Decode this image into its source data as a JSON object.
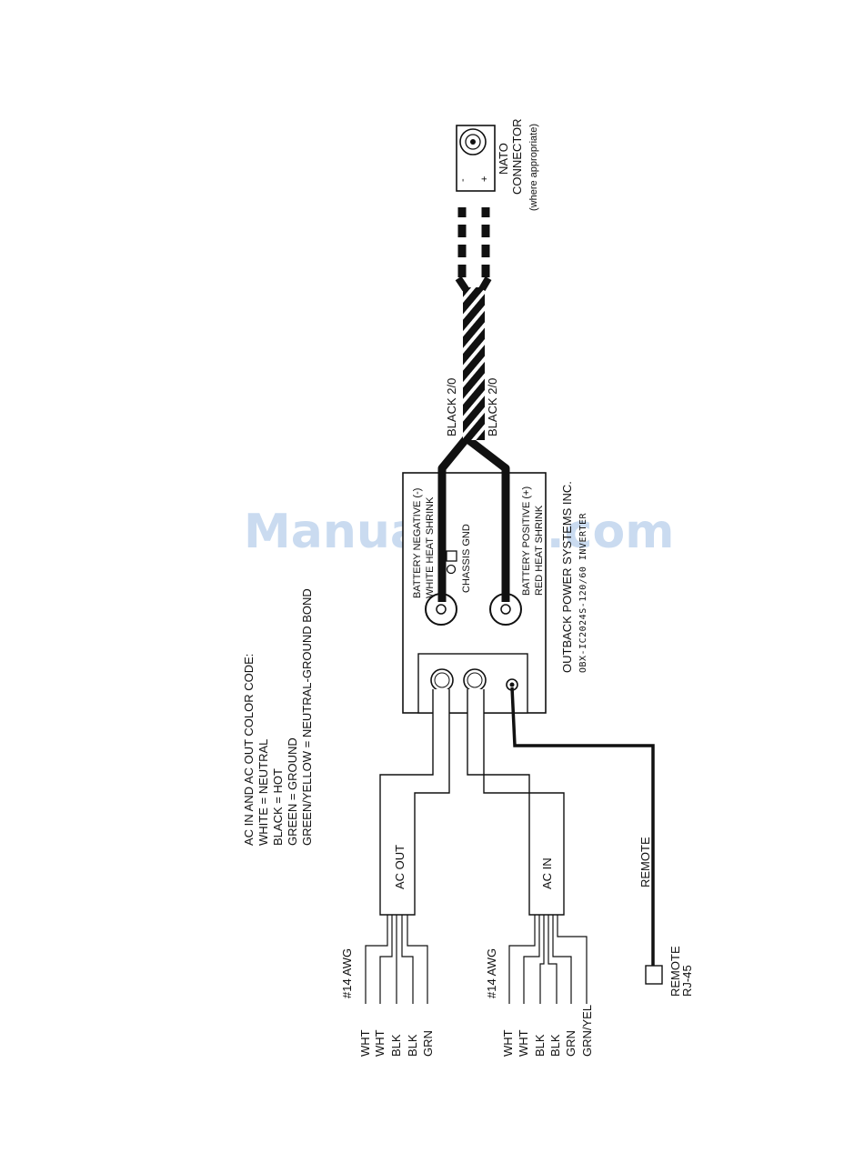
{
  "watermark": "ManualsLib.com",
  "color_code": {
    "title": "AC IN AND AC OUT COLOR CODE:",
    "lines": [
      "WHITE = NEUTRAL",
      "BLACK = HOT",
      "GREEN = GROUND",
      "GREEN/YELLOW = NEUTRAL-GROUND BOND"
    ]
  },
  "ac_out": {
    "label": "AC OUT",
    "awg": "#14 AWG",
    "wires": [
      "WHT",
      "WHT",
      "BLK",
      "BLK",
      "GRN"
    ]
  },
  "ac_in": {
    "label": "AC IN",
    "awg": "#14 AWG",
    "wires": [
      "WHT",
      "WHT",
      "BLK",
      "BLK",
      "GRN",
      "GRN/YEL"
    ]
  },
  "remote": {
    "cable_label": "REMOTE",
    "connector_line1": "REMOTE",
    "connector_line2": "RJ-45"
  },
  "inverter": {
    "name_line1": "OUTBACK POWER SYSTEMS INC.",
    "name_line2": "OBX-IC2024S-120/60 INVERTER",
    "neg_line1": "BATTERY NEGATIVE (-)",
    "neg_line2": "WHITE HEAT SHRINK",
    "pos_line1": "BATTERY POSITIVE (+)",
    "pos_line2": "RED HEAT SHRINK",
    "chassis": "CHASSIS GND"
  },
  "cables": {
    "neg": "BLACK  2/0",
    "pos": "BLACK  2/0"
  },
  "nato": {
    "line1": "NATO",
    "line2": "CONNECTOR",
    "line3": "(where appropriate)",
    "minus": "-",
    "plus": "+"
  }
}
